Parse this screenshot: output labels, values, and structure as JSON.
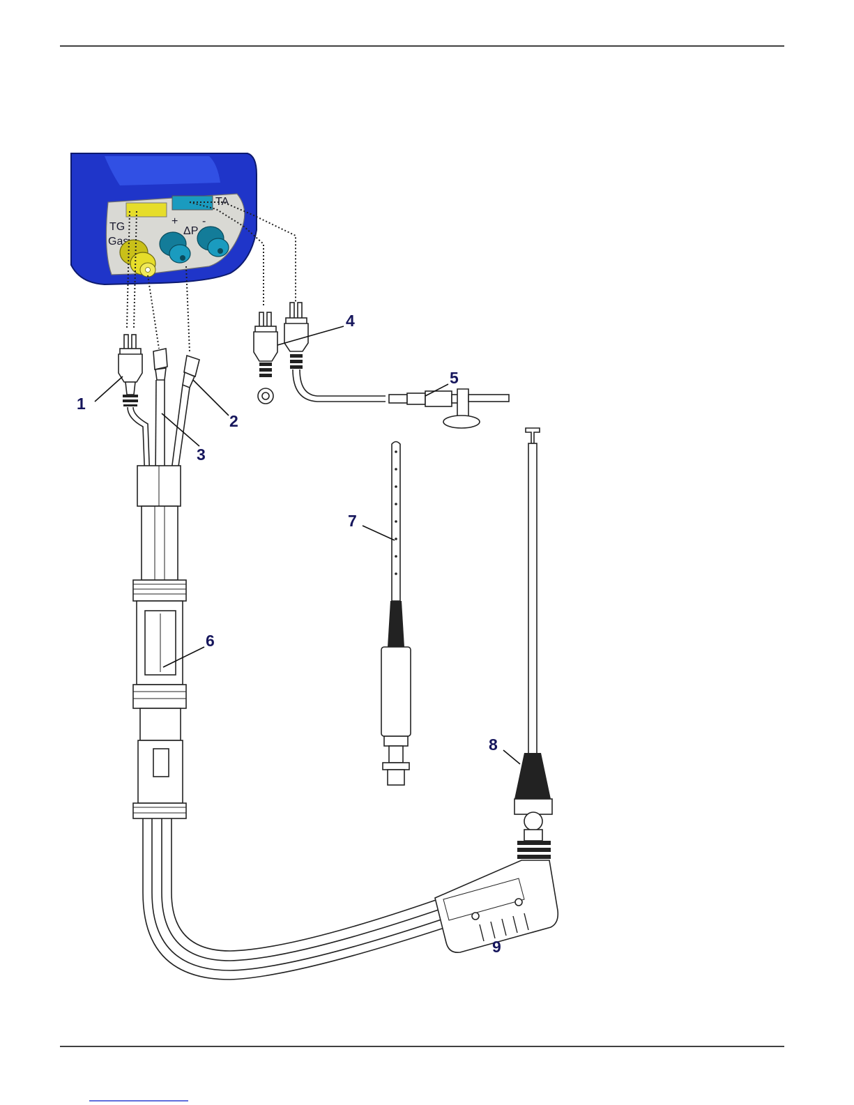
{
  "device": {
    "labels": {
      "tg": "TG",
      "gas": "Gas",
      "ta": "TA",
      "plus": "+",
      "delta_p": "ΔP",
      "minus": "-"
    },
    "colors": {
      "body": "#1f35c9",
      "panel": "#d9d9d4",
      "gas_port": "#e6dd2a",
      "dp_port": "#1a9bbf"
    }
  },
  "callouts": {
    "c1": "1",
    "c2": "2",
    "c3": "3",
    "c4": "4",
    "c5": "5",
    "c6": "6",
    "c7": "7",
    "c8": "8",
    "c9": "9"
  }
}
